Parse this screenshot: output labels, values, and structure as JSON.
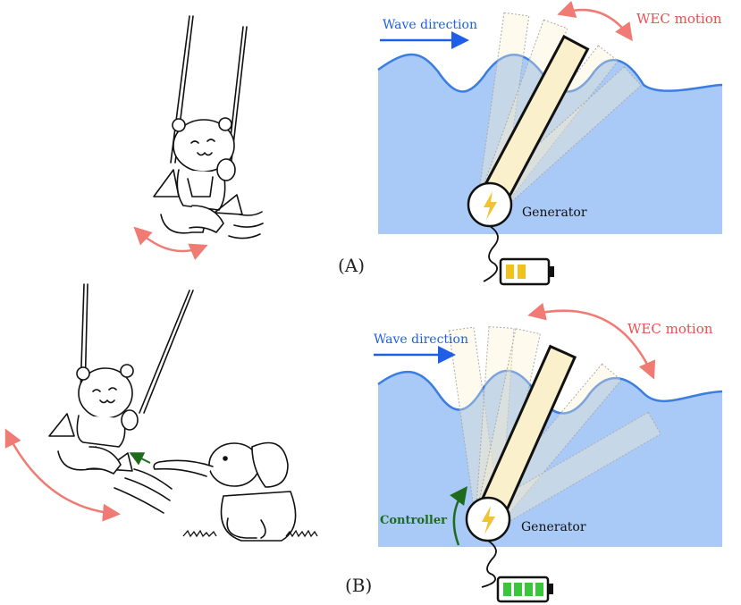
{
  "panel_a": {
    "label": "(A)",
    "wave_direction": "Wave direction",
    "wec_motion": "WEC motion",
    "generator": "Generator",
    "battery_level": 0.5
  },
  "panel_b": {
    "label": "(B)",
    "wave_direction": "Wave direction",
    "wec_motion": "WEC motion",
    "generator": "Generator",
    "controller": "Controller",
    "battery_level": 1.0
  },
  "colors": {
    "water": "#a9c9f7",
    "wave_line": "#3b7de0",
    "arrow_blue": "#1f5ee6",
    "arrow_red": "#f07b74",
    "flap": "#fbf0cc",
    "bolt": "#f2c230",
    "battery_half": "#f0c21f",
    "battery_full": "#3cc43c",
    "controller_green": "#1e6b1e"
  }
}
